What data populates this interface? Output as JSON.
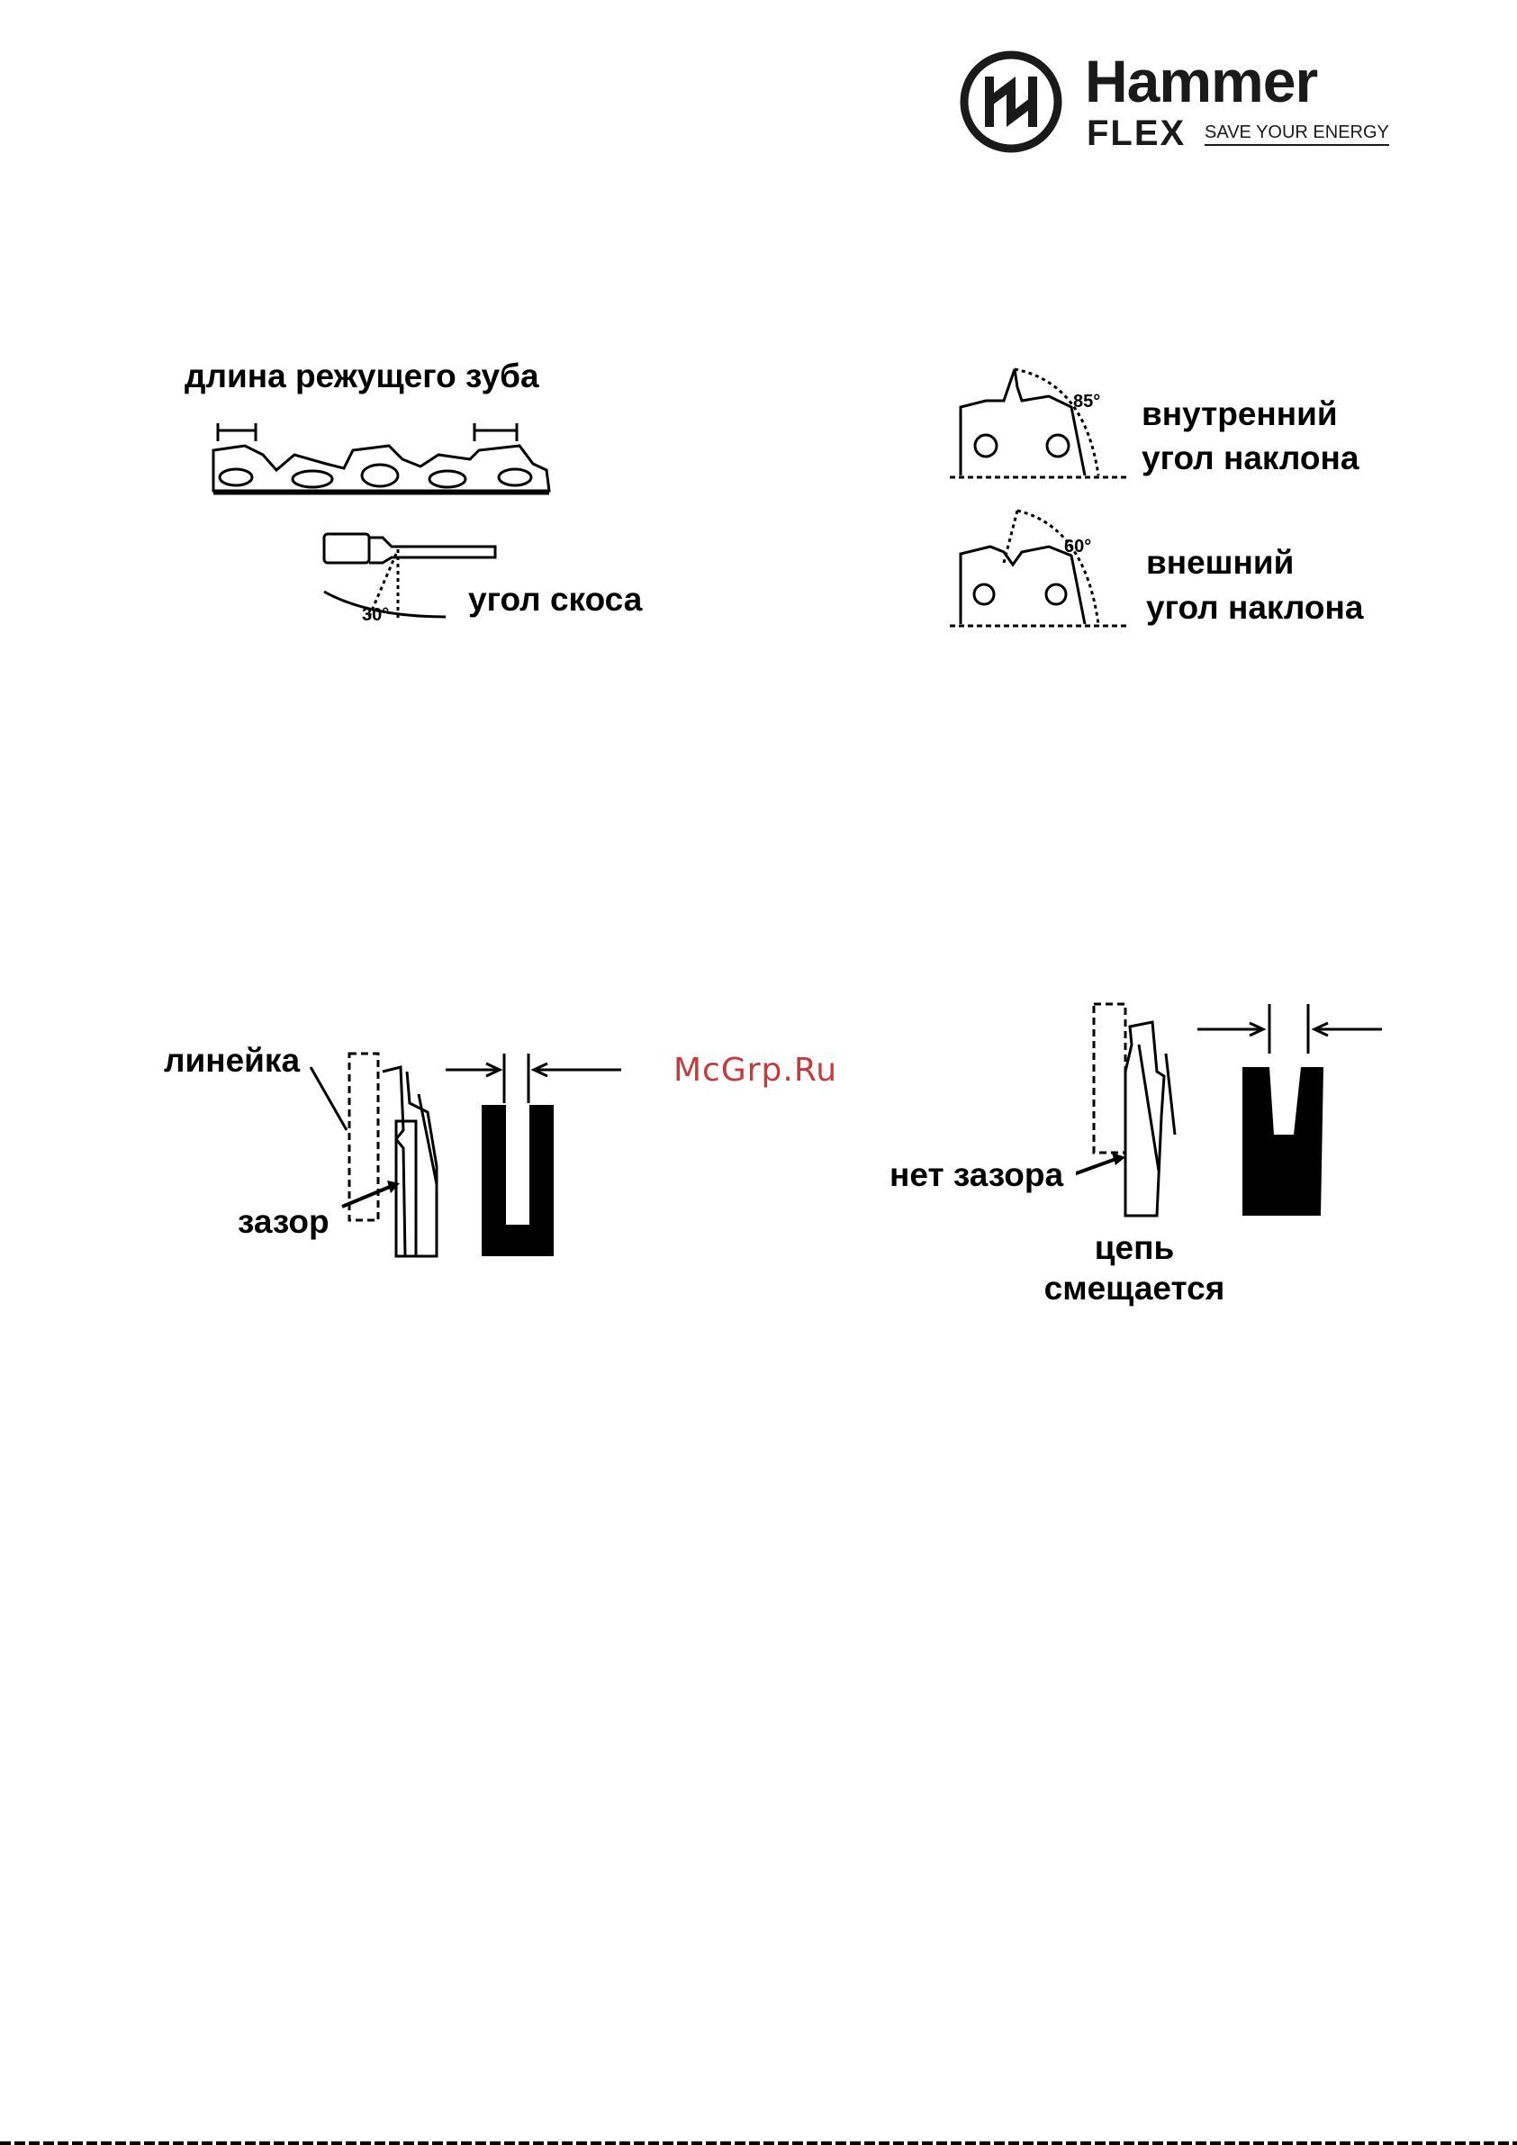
{
  "brand": {
    "name": "Hammer",
    "sub": "FLEX",
    "slogan": "SAVE YOUR ENERGY"
  },
  "figures": {
    "tooth_length": "длина режущего зуба",
    "bevel_angle": "угол скоса",
    "bevel_angle_value": "30°",
    "inner_angle_value": "85°",
    "inner_angle_line1": "внутренний",
    "inner_angle_line2": "угол наклона",
    "outer_angle_value": "60°",
    "outer_angle_line1": "внешний",
    "outer_angle_line2": "угол наклона",
    "ruler": "линейка",
    "gap": "зазор",
    "no_gap": "нет зазора",
    "chain_shifts_line1": "цепь",
    "chain_shifts_line2": "смещается"
  },
  "watermark": "McGrp.Ru"
}
